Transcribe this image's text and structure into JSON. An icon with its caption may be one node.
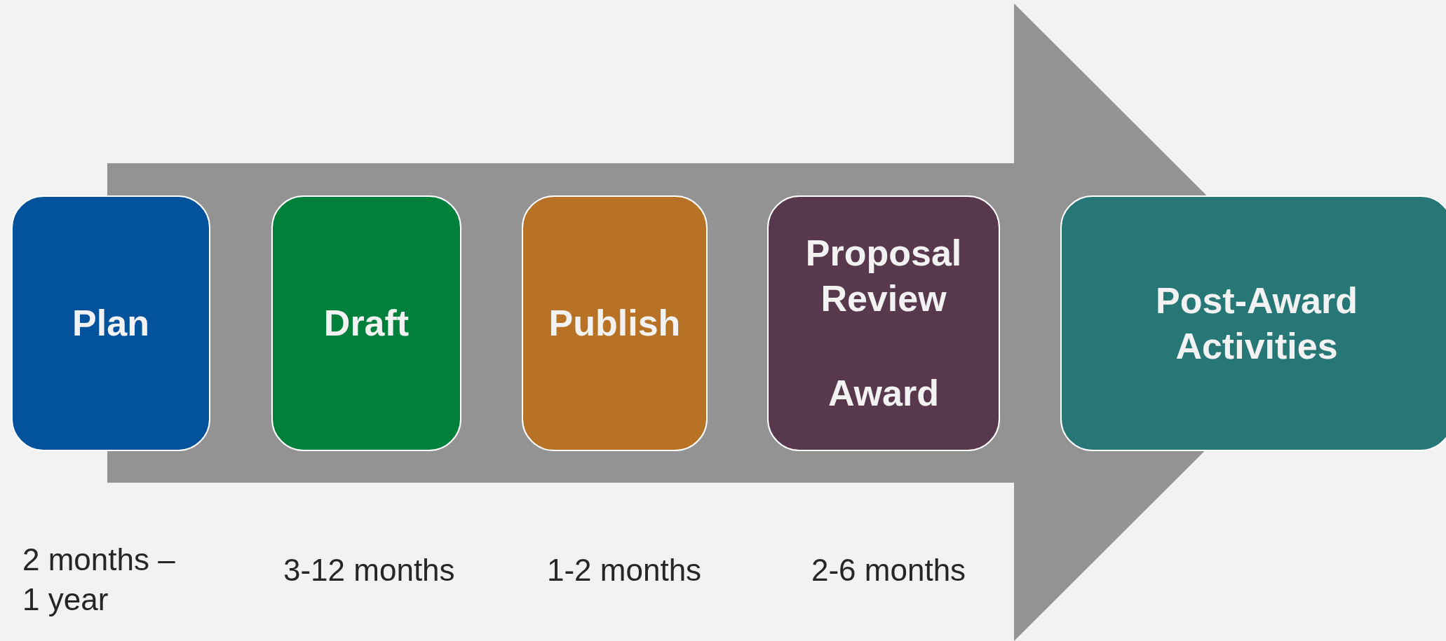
{
  "diagram": {
    "nodes": [
      {
        "text": [
          "Plan"
        ],
        "beside": [
          "2 months – 1 year"
        ]
      },
      {
        "text": [
          "Draft"
        ],
        "beside": [
          "3-12 months"
        ]
      },
      {
        "text": [
          "Publish"
        ],
        "beside": [
          "1-2 months"
        ]
      },
      {
        "text": [
          "Proposal Review",
          "Award"
        ],
        "beside": [
          "2-6 months"
        ]
      },
      {
        "text": [
          "Post-Award Activities"
        ]
      }
    ],
    "edges": [
      {
        "from": 0,
        "to": 4,
        "arrow": "to"
      }
    ]
  }
}
